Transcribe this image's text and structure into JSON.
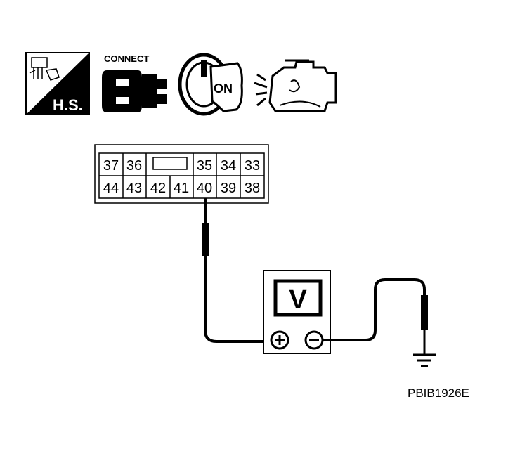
{
  "icons": {
    "hs_label": "H.S.",
    "connect_label": "CONNECT",
    "key_label": "ON",
    "hs_icon": "harness-sensor-icon",
    "connect_icon": "connector-icon",
    "ignition_icon": "ignition-key-on-icon",
    "engine_icon": "engine-running-icon"
  },
  "connector": {
    "top_row": [
      "37",
      "36",
      "",
      "35",
      "34",
      "33"
    ],
    "bottom_row": [
      "44",
      "43",
      "42",
      "41",
      "40",
      "39",
      "38"
    ],
    "probed_terminal": "40"
  },
  "meter": {
    "label": "V",
    "plus_symbol": "+",
    "minus_symbol": "−"
  },
  "ground_icon": "ground-icon",
  "figure_code": "PBIB1926E"
}
